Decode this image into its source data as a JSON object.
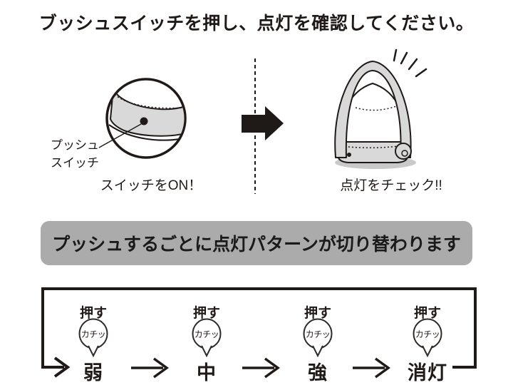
{
  "page": {
    "title": "ブッシュスイッチを押し、点灯を確認してください。",
    "banner": "プッシュするごとに点灯パターンが切り替わります"
  },
  "switch_panel": {
    "label_line1": "プッシュ",
    "label_line2": "スイッチ",
    "caption": "スイッチをON！"
  },
  "lamp_panel": {
    "caption": "点灯をチェック!!"
  },
  "cycle": {
    "press": "押す",
    "click": "カチッ",
    "modes": [
      "弱",
      "中",
      "強",
      "消灯"
    ]
  },
  "colors": {
    "ink": "#1f1a17",
    "banner_gray": "#ababab",
    "fill_gray": "#d9d9d9",
    "shadow_gray": "#c9c9c9"
  }
}
